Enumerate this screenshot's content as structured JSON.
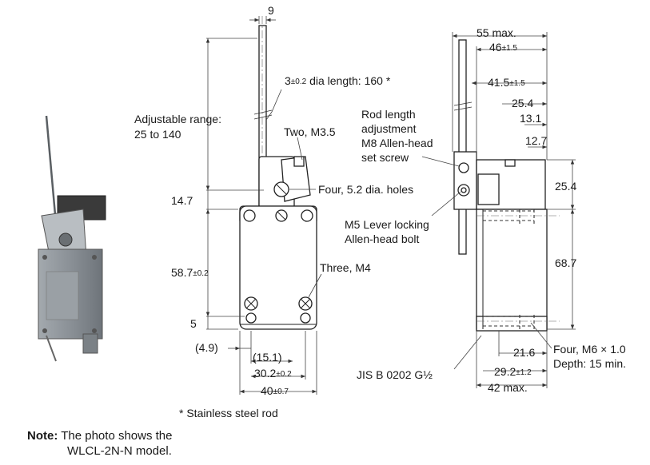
{
  "front_view": {
    "dim_rod_width": "9",
    "rod_dia_value": "3",
    "rod_dia_tol": "±0.2",
    "rod_dia_rest": " dia length: 160 *",
    "adjustable_line1": "Adjustable range:",
    "adjustable_line2": "25 to 140",
    "two_m35": "Two, M3.5",
    "four_holes": "Four, 5.2 dia. holes",
    "dim_14_7": "14.7",
    "dim_58_7_value": "58.7",
    "dim_58_7_tol": "±0.2",
    "three_m4": "Three, M4",
    "dim_5": "5",
    "dim_4_9": "(4.9)",
    "dim_15_1": "(15.1)",
    "dim_30_2_value": "30.2",
    "dim_30_2_tol": "±0.2",
    "dim_40_value": "40",
    "dim_40_tol": "±0.7",
    "footnote": "* Stainless steel rod"
  },
  "side_view": {
    "dim_55": "55 max.",
    "dim_46_value": "46",
    "dim_46_tol": "±1.5",
    "dim_41_5_value": "41.5",
    "dim_41_5_tol": "±1.5",
    "dim_25_4_top": "25.4",
    "dim_13_1": "13.1",
    "dim_12_7": "12.7",
    "rod_adjust_line1": "Rod length",
    "rod_adjust_line2": "adjustment",
    "rod_adjust_line3": "M8 Allen-head",
    "rod_adjust_line4": "set screw",
    "lever_lock_line1": "M5 Lever locking",
    "lever_lock_line2": "Allen-head bolt",
    "dim_25_4_right": "25.4",
    "dim_68_7": "68.7",
    "dim_21_6": "21.6",
    "four_m6_line1": "Four, M6 × 1.0",
    "four_m6_line2": "Depth: 15 min.",
    "jis_label": "JIS B 0202 G½",
    "dim_29_2_value": "29.2",
    "dim_29_2_tol": "±1.2",
    "dim_42": "42 max."
  },
  "note": {
    "label": "Note:",
    "line1": "The photo shows the",
    "line2": "WLCL-2N-N model."
  },
  "colors": {
    "line": "#222222",
    "photo_body": "#8a9096",
    "photo_head": "#3a3a3a"
  }
}
